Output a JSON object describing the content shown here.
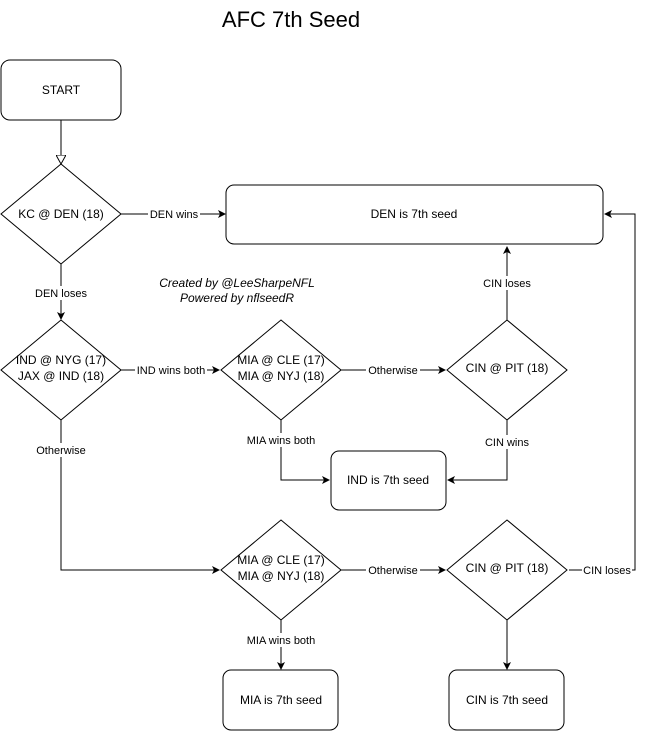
{
  "title": "AFC 7th Seed",
  "credits": {
    "line1": "Created by @LeeSharpeNFL",
    "line2": "Powered by nflseedR"
  },
  "nodes": {
    "start": "START",
    "kc_den": "KC @ DEN (18)",
    "den_seed": "DEN is 7th seed",
    "ind_jax_1": "IND @ NYG (17)",
    "ind_jax_2": "JAX @ IND (18)",
    "mia_a_1": "MIA @ CLE (17)",
    "mia_a_2": "MIA @ NYJ (18)",
    "cin_a": "CIN @ PIT (18)",
    "ind_seed": "IND is 7th seed",
    "mia_b_1": "MIA @ CLE (17)",
    "mia_b_2": "MIA @ NYJ (18)",
    "cin_b": "CIN @ PIT (18)",
    "mia_seed": "MIA is 7th seed",
    "cin_seed": "CIN is 7th seed"
  },
  "edges": {
    "den_wins": "DEN wins",
    "den_loses": "DEN loses",
    "ind_wins_both": "IND wins both",
    "otherwise_ind": "Otherwise",
    "otherwise_mia_a": "Otherwise",
    "mia_wins_both_a": "MIA wins both",
    "cin_loses_a": "CIN loses",
    "cin_wins_a": "CIN wins",
    "otherwise_mia_b": "Otherwise",
    "mia_wins_both_b": "MIA wins both",
    "cin_loses_b": "CIN loses"
  }
}
